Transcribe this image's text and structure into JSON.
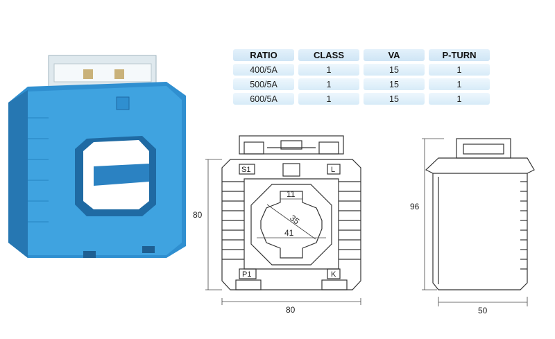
{
  "table": {
    "headers": [
      "RATIO",
      "CLASS",
      "VA",
      "P-TURN"
    ],
    "rows": [
      [
        "400/5A",
        "1",
        "15",
        "1"
      ],
      [
        "500/5A",
        "1",
        "15",
        "1"
      ],
      [
        "600/5A",
        "1",
        "15",
        "1"
      ]
    ]
  },
  "front_view": {
    "terminal_s1": "S1",
    "terminal_l": "L",
    "terminal_p1": "P1",
    "terminal_k": "K",
    "dim_height": "80",
    "dim_width": "80",
    "dim_window_top": "11",
    "dim_diagonal": "35",
    "dim_window_width": "41"
  },
  "side_view": {
    "dim_height": "96",
    "dim_width": "50"
  },
  "colors": {
    "product_blue": "#3fa3e0",
    "table_header": "#d5e9f7",
    "line": "#333333"
  }
}
